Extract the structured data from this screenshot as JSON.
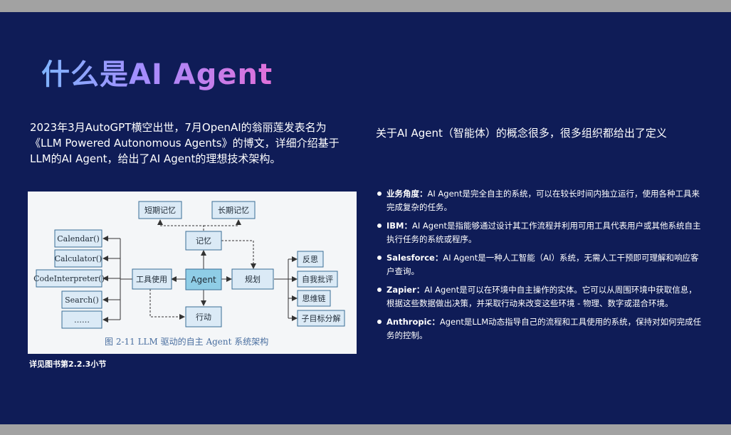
{
  "slide": {
    "title": "什么是AI Agent",
    "intro_left": "2023年3月AutoGPT横空出世，7月OpenAI的翁丽莲发表名为《LLM Powered Autonomous Agents》的博文，详细介绍基于LLM的AI Agent，给出了AI Agent的理想技术架构。",
    "intro_right": "关于AI Agent（智能体）的概念很多，很多组织都给出了定义",
    "note": "详见图书第2.2.3小节"
  },
  "figure": {
    "nodes": {
      "short_memory": "短期记忆",
      "long_memory": "长期记忆",
      "memory": "记忆",
      "tool_use": "工具使用",
      "agent": "Agent",
      "planning": "规划",
      "action": "行动",
      "reflection": "反思",
      "self_critique": "自我批评",
      "chain_of_thought": "思维链",
      "subgoal": "子目标分解"
    },
    "tools": [
      "Calendar()",
      "Calculator()",
      "CodeInterpreter()",
      "Search()",
      "……"
    ],
    "caption": "图 2-11   LLM 驱动的自主 Agent 系统架构",
    "colors": {
      "box_fill": "#dbeaf6",
      "box_stroke": "#3a6d96",
      "agent_fill": "#8fcde6"
    }
  },
  "definitions": [
    {
      "label": "业务角度：",
      "text": "AI Agent是完全自主的系统，可以在较长时间内独立运行，使用各种工具来完成复杂的任务。"
    },
    {
      "label": "IBM：",
      "text": "AI Agent是指能够通过设计其工作流程并利用可用工具代表用户或其他系统自主执行任务的系统或程序。"
    },
    {
      "label": "Salesforce：",
      "text": "AI Agent是一种人工智能（AI）系统，无需人工干预即可理解和响应客户查询。"
    },
    {
      "label": "Zapier：",
      "text": "AI Agent是可以在环境中自主操作的实体。它可以从周围环境中获取信息，根据这些数据做出决策，并采取行动来改变这些环境 - 物理、数字或混合环境。"
    },
    {
      "label": "Anthropic：",
      "text": "Agent是LLM动态指导自己的流程和工具使用的系统，保持对如何完成任务的控制。"
    }
  ]
}
